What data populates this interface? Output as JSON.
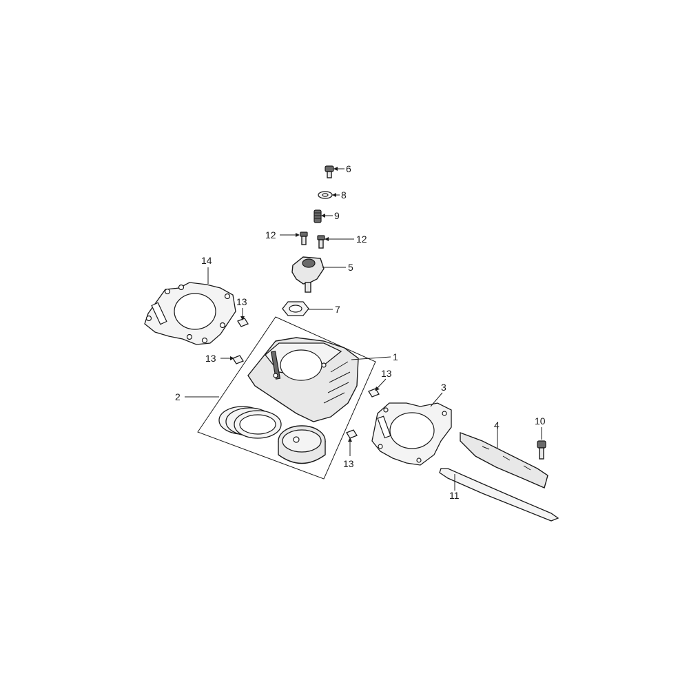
{
  "diagram": {
    "callouts": [
      {
        "id": "c1",
        "number": "1"
      },
      {
        "id": "c2",
        "number": "2"
      },
      {
        "id": "c3",
        "number": "3"
      },
      {
        "id": "c4",
        "number": "4"
      },
      {
        "id": "c5",
        "number": "5"
      },
      {
        "id": "c6",
        "number": "6"
      },
      {
        "id": "c7",
        "number": "7"
      },
      {
        "id": "c8",
        "number": "8"
      },
      {
        "id": "c9",
        "number": "9"
      },
      {
        "id": "c10",
        "number": "10"
      },
      {
        "id": "c11",
        "number": "11"
      },
      {
        "id": "c12a",
        "number": "12"
      },
      {
        "id": "c12b",
        "number": "12"
      },
      {
        "id": "c13a",
        "number": "13"
      },
      {
        "id": "c13b",
        "number": "13"
      },
      {
        "id": "c13c",
        "number": "13"
      },
      {
        "id": "c13d",
        "number": "13"
      },
      {
        "id": "c14",
        "number": "14"
      }
    ]
  }
}
